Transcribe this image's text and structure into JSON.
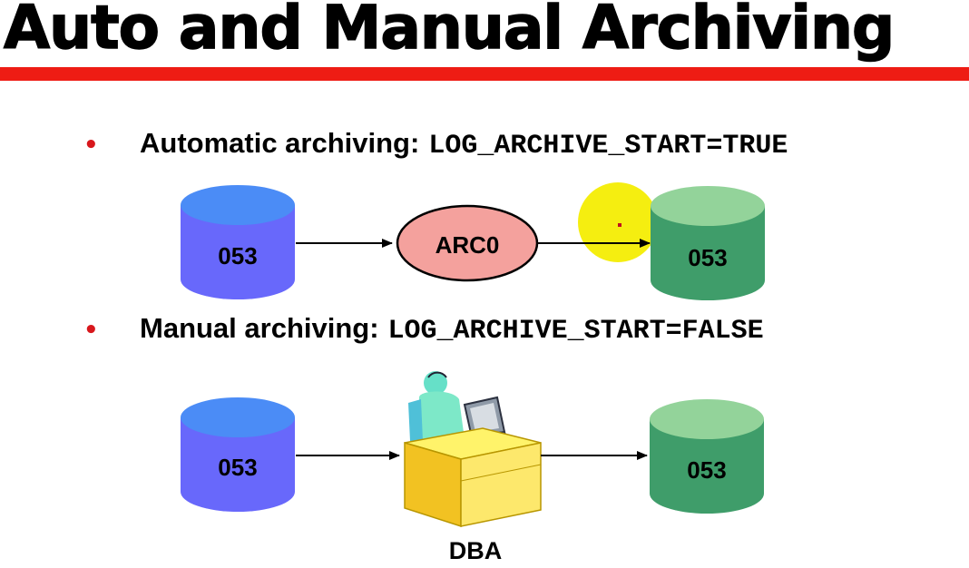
{
  "slide": {
    "title": "Auto and Manual Archiving"
  },
  "bullets": [
    {
      "label": "Automatic archiving:",
      "code": "LOG_ARCHIVE_START=TRUE"
    },
    {
      "label": "Manual archiving:",
      "code": "LOG_ARCHIVE_START=FALSE"
    }
  ],
  "automatic_flow": {
    "source_log": "053",
    "process": "ARC0",
    "archived_log": "053"
  },
  "manual_flow": {
    "source_log": "053",
    "operator": "DBA",
    "archived_log": "053"
  },
  "colors": {
    "title_rule": "#ee1c14",
    "online_log": "#6666ff",
    "archived_log": "#3f9d6a",
    "process": "#f4a19d",
    "highlight": "#f5ee10"
  }
}
